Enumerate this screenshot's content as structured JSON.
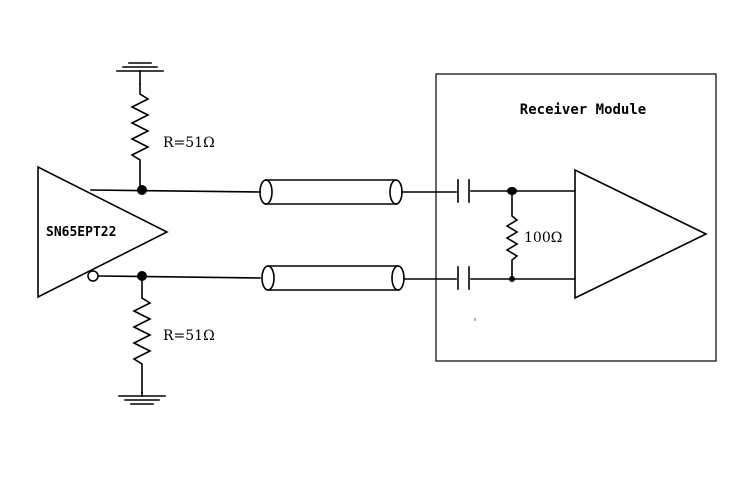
{
  "diagram": {
    "module_title": "Receiver Module",
    "driver_label": "SN65EPT22",
    "top_resistor_label": "R=51Ω",
    "bottom_resistor_label": "R=51Ω",
    "termination_label": "100Ω"
  }
}
